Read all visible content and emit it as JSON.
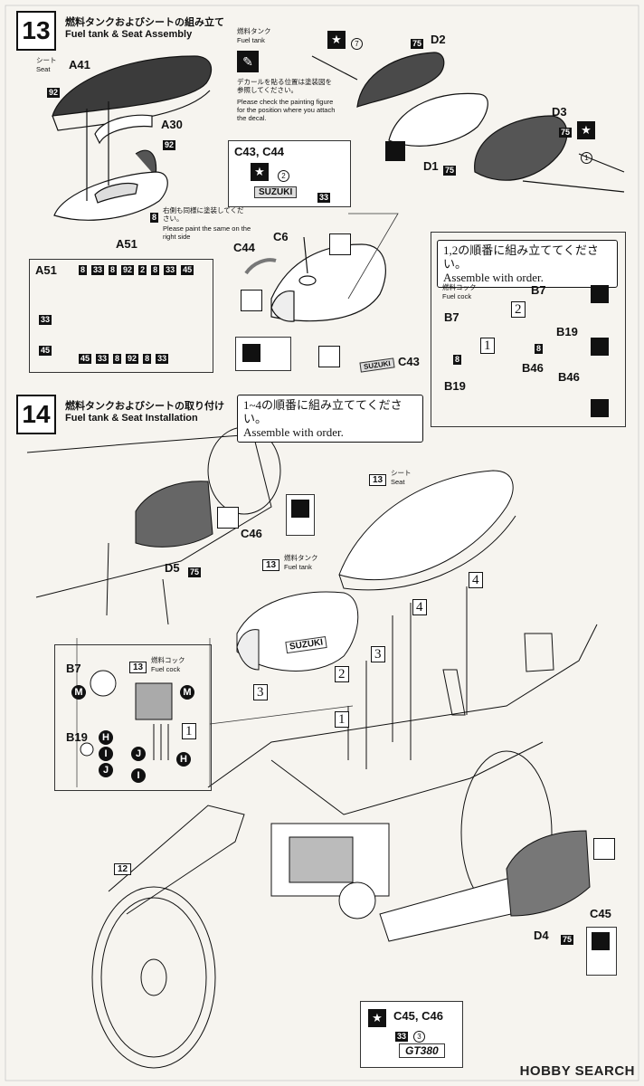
{
  "step13": {
    "number": "13",
    "title_jp": "燃料タンクおよびシートの組み立て",
    "title_en": "Fuel tank & Seat Assembly",
    "seat_jp": "シート",
    "seat_en": "Seat",
    "parts": {
      "a41": "A41",
      "a30": "A30",
      "a51": "A51",
      "d2": "D2",
      "d3": "D3",
      "d1": "D1",
      "c6": "C6",
      "c44": "C44",
      "c43": "C43"
    },
    "color_codes": {
      "c92": "92",
      "c8": "8",
      "c75": "75",
      "c33": "33",
      "c45": "45",
      "c2": "2"
    },
    "paint_note_jp": "右側も同様に塗装してください。",
    "paint_note_en": "Please paint the same on the right side",
    "fuel_tank_jp": "燃料タンク",
    "fuel_tank_en": "Fuel tank",
    "decal_note_jp": "デカールを貼る位置は塗装図を参照してください。",
    "decal_note_en": "Please check the painting figure for the position where you attach the decal.",
    "decal_box_title": "C43, C44",
    "decal_suzuki": "SUZUKI",
    "c43_decal": "SUZUKI",
    "circle_1": "1",
    "circle_2": "2",
    "circle_7": "7",
    "a51_label": "A51",
    "a51_codes_top": [
      "8",
      "33",
      "8",
      "92",
      "2",
      "8",
      "33",
      "45"
    ],
    "a51_codes_bottom": [
      "45",
      "33",
      "8",
      "92",
      "8",
      "33"
    ],
    "a51_side_codes": [
      "33",
      "45"
    ],
    "cock_note_jp": "1,2の順番に組み立ててください。",
    "cock_note_en": "Assemble with order.",
    "cock_jp": "燃料コック",
    "cock_en": "Fuel cock",
    "cock_parts": {
      "b7": "B7",
      "b19": "B19",
      "b46": "B46"
    },
    "order_1": "1",
    "order_2": "2"
  },
  "step14": {
    "number": "14",
    "title_jp": "燃料タンクおよびシートの取り付け",
    "title_en": "Fuel tank & Seat Installation",
    "order_note_jp": "1~4の順番に組み立ててください。",
    "order_note_en": "Assemble with order.",
    "seat_jp": "シート",
    "seat_en": "Seat",
    "fuel_tank_jp": "燃料タンク",
    "fuel_tank_en": "Fuel tank",
    "cock_jp": "燃料コック",
    "cock_en": "Fuel cock",
    "ref13": "13",
    "ref12": "12",
    "parts": {
      "d5": "D5",
      "d4": "D4",
      "c46": "C46",
      "c45": "C45",
      "b7": "B7",
      "b19": "B19"
    },
    "tank_decal": "SUZUKI",
    "letters": {
      "m": "M",
      "h": "H",
      "i": "I",
      "j": "J"
    },
    "orders": [
      "1",
      "2",
      "3",
      "4"
    ],
    "decal_box_title": "C45, C46",
    "decal_box_code": "33",
    "decal_box_circle": "3",
    "decal_gt": "GT380",
    "c75": "75"
  },
  "watermark": "HOBBY SEARCH"
}
